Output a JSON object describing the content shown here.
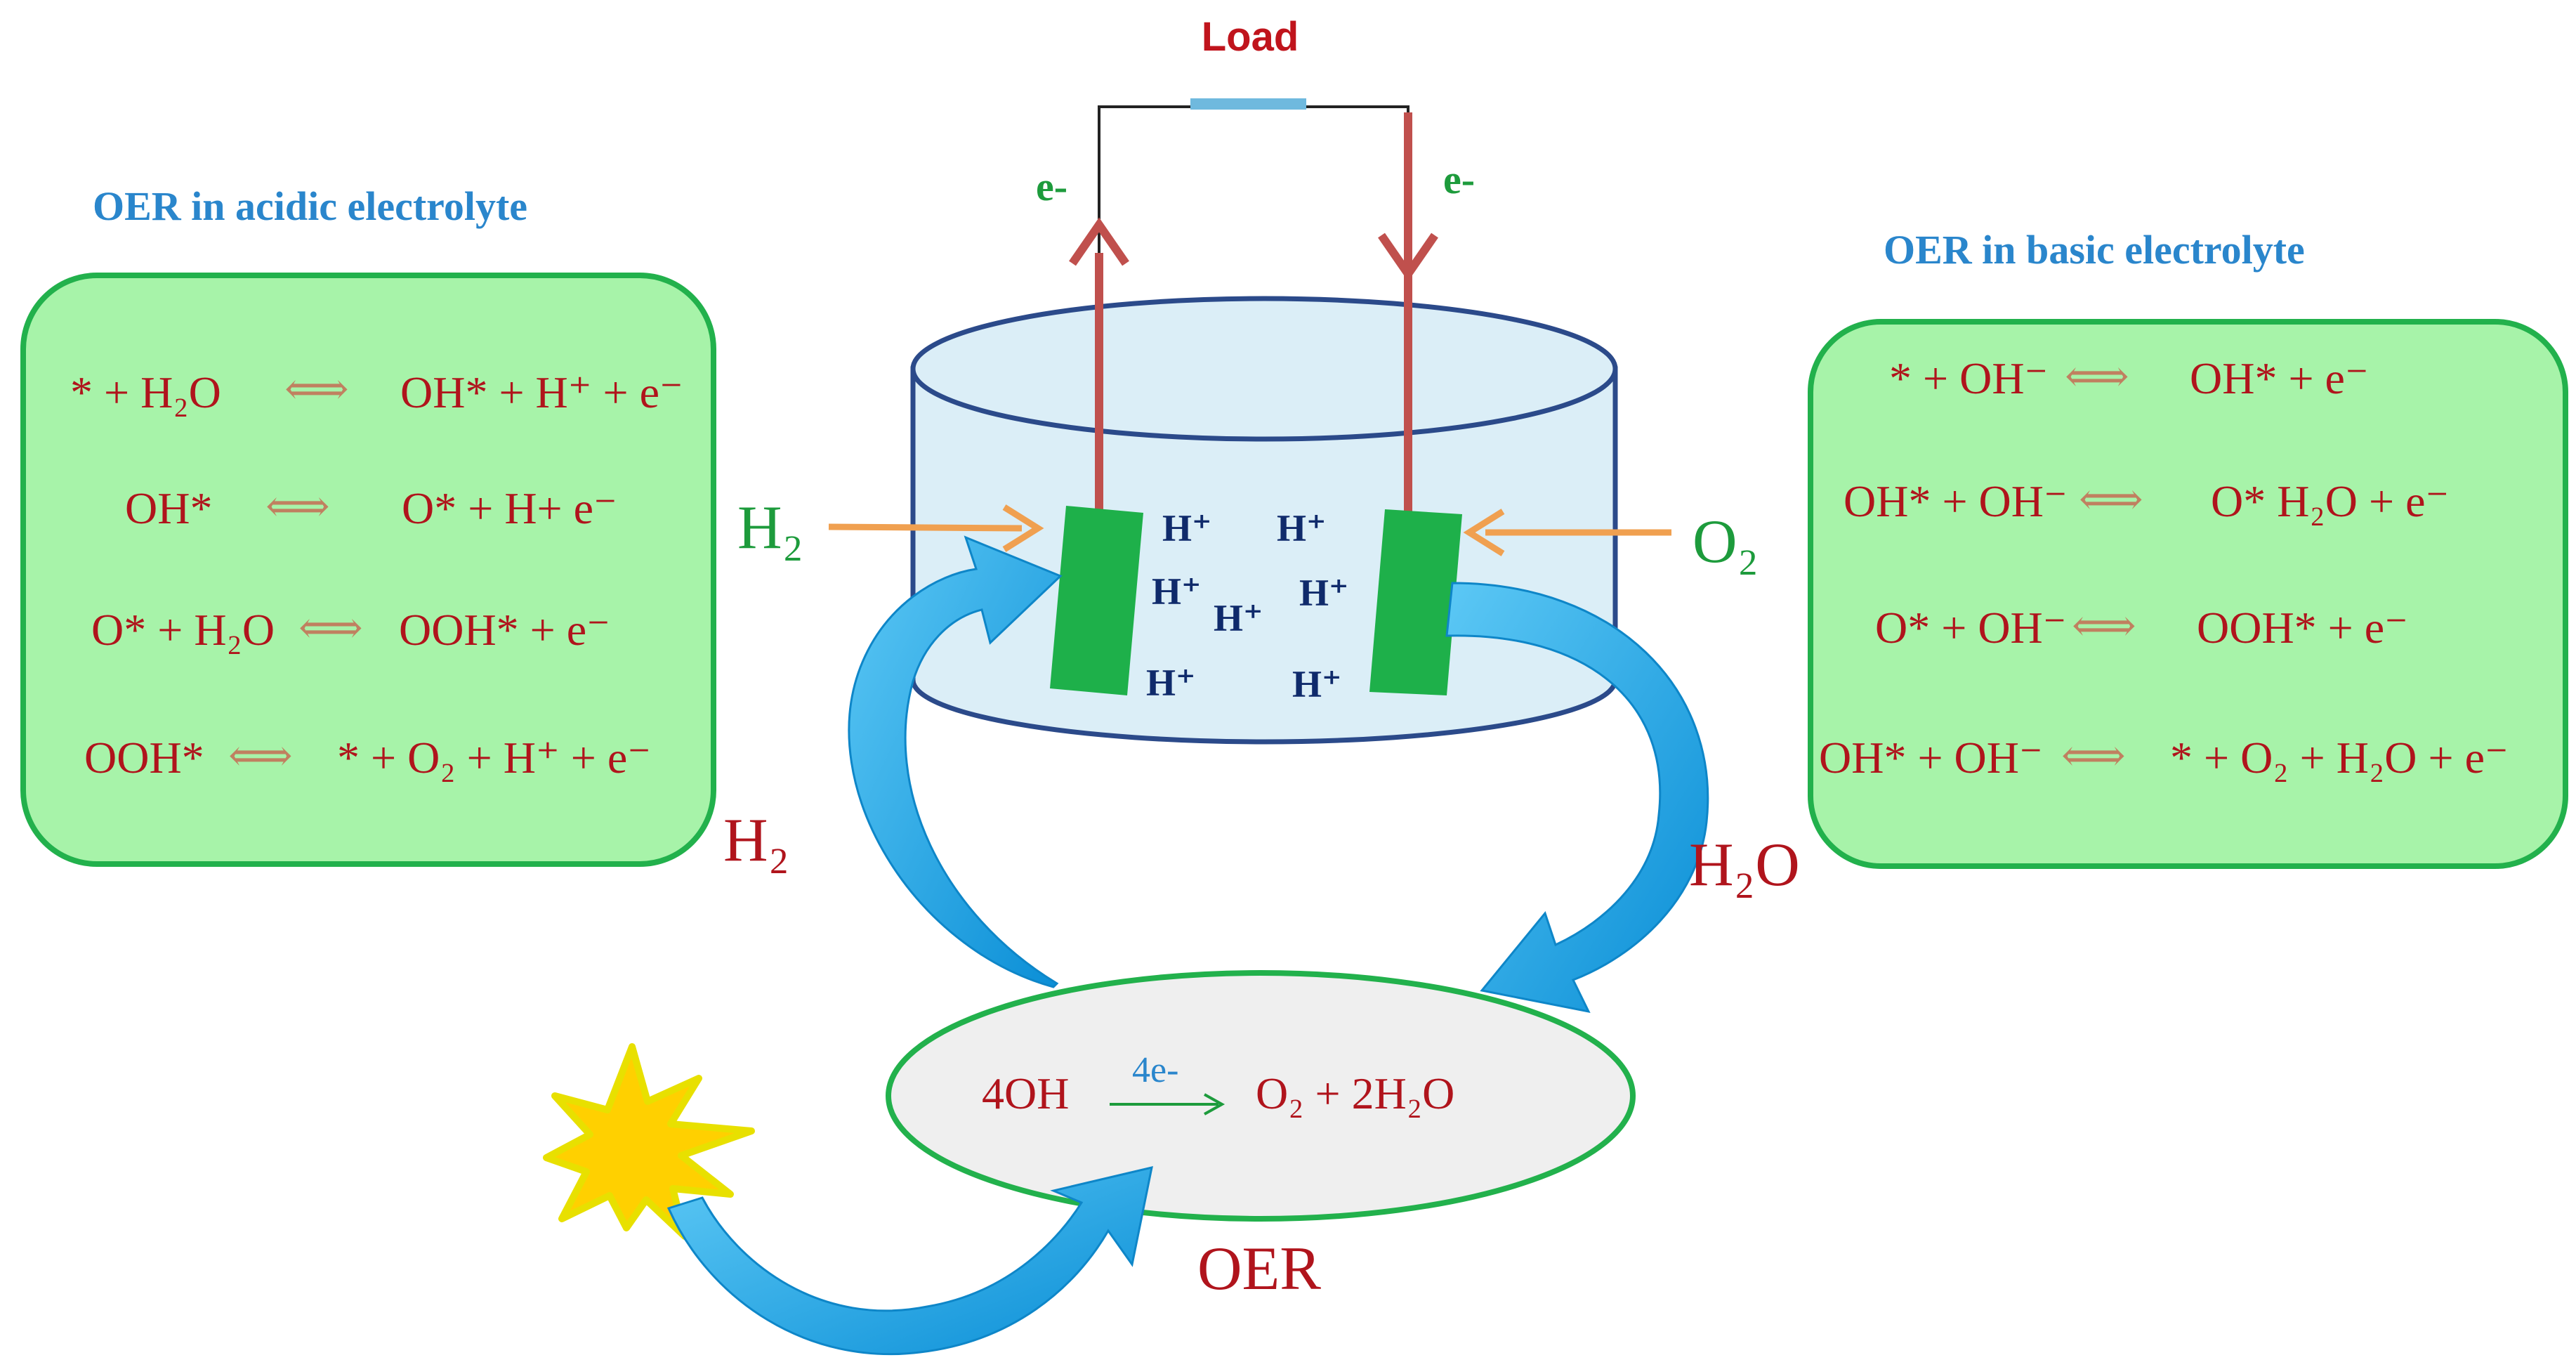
{
  "load_label": "Load",
  "electron_left": "e-",
  "electron_right": "e-",
  "acidic": {
    "title": "OER in acidic electrolyte",
    "equations": [
      {
        "left": "* + H₂O",
        "right": "OH* + H⁺ + e⁻"
      },
      {
        "left": "OH*",
        "right": "O* + H+ e⁻"
      },
      {
        "left": "O* + H₂O",
        "right": "OOH* + e⁻"
      },
      {
        "left": "OOH*",
        "right": "* + O₂ + H⁺ + e⁻"
      }
    ]
  },
  "basic": {
    "title": "OER in basic electrolyte",
    "equations": [
      {
        "left": "* + OH⁻",
        "right": "OH* + e⁻"
      },
      {
        "left": "OH* + OH⁻",
        "right": "O* H₂O + e⁻"
      },
      {
        "left": "O* + OH⁻",
        "right": "OOH* + e⁻"
      },
      {
        "left": "OH* + OH⁻",
        "right": "* + O₂ + H₂O + e⁻"
      }
    ]
  },
  "cell": {
    "h2_in": "H₂",
    "o2_in": "O₂",
    "protons": [
      "H⁺",
      "H⁺",
      "H⁺",
      "H⁺",
      "H⁺",
      "H⁺",
      "H⁺"
    ]
  },
  "cycle": {
    "h2_label": "H₂",
    "h2o_label": "H₂O",
    "oer_reactant": "4OH",
    "oer_arrow_label": "4e-",
    "oer_product": "O₂ + 2H₂O",
    "oer_label": "OER"
  },
  "colors": {
    "panel_fill": "#a7f3a9",
    "panel_stroke": "#22b14c",
    "cylinder_fill": "#dbeef7",
    "cylinder_stroke": "#2b4a8a",
    "electrode": "#1eb04a",
    "wire": "#c0504d",
    "cycle_arrow": "#1aa3e8",
    "feed_arrow": "#f0a050",
    "oer_fill": "#efefef",
    "sun": "#ffd000"
  }
}
